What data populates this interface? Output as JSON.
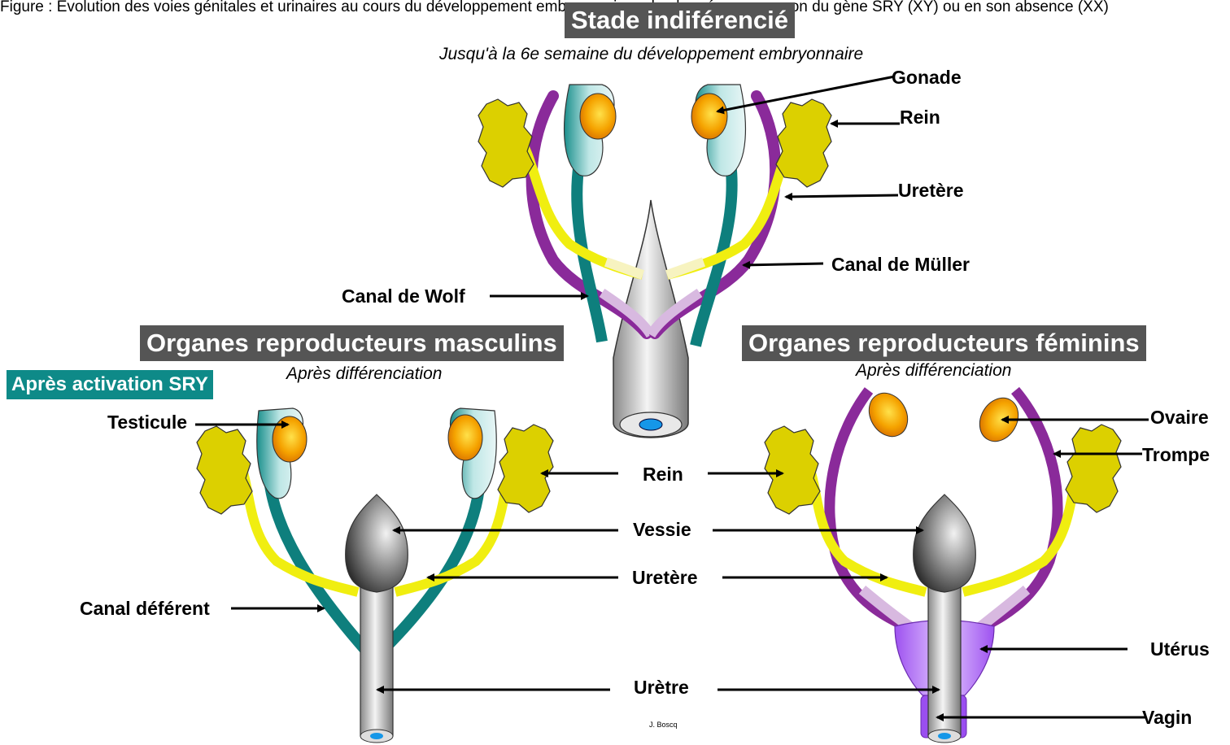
{
  "header_text": "Figure : Évolution des voies génitales et urinaires au cours du développement embryonnaire selon la présence ou non du gène SRY (XY) ou en son absence (XX)",
  "sections": {
    "indifferent": {
      "title": "Stade indiférencié",
      "subtitle": "Jusqu'à la 6e semaine du développement embryonnaire"
    },
    "male": {
      "title": "Organes reproducteurs masculins",
      "subtitle": "Après différenciation",
      "badge": "Après activation SRY"
    },
    "female": {
      "title": "Organes reproducteurs féminins",
      "subtitle": "Après différenciation"
    }
  },
  "labels_top": {
    "gonade": "Gonade",
    "rein": "Rein",
    "uretere": "Uretère",
    "canal_muller": "Canal de Müller",
    "canal_wolf": "Canal de Wolf"
  },
  "labels_center": {
    "rein": "Rein",
    "vessie": "Vessie",
    "uretere": "Uretère",
    "uretre": "Urètre"
  },
  "labels_male": {
    "testicule": "Testicule",
    "canal_deferent": "Canal déférent"
  },
  "labels_female": {
    "ovaire": "Ovaire",
    "trompe": "Trompe",
    "uterus": "Utérus",
    "vagin": "Vagin"
  },
  "credit": "J. Boscq",
  "colors": {
    "banner": "#555555",
    "badge": "#0e8a88",
    "wolff_duct": "#0e7f7d",
    "muller_duct": "#7b2a8c",
    "ureter": "#f2f000",
    "kidney": "#dcd000",
    "gonad": "#f59b00",
    "uterus": "#a060f0"
  },
  "icons": [
    "kidney-icon",
    "gonad-icon",
    "bladder-icon",
    "arrow-icon"
  ]
}
